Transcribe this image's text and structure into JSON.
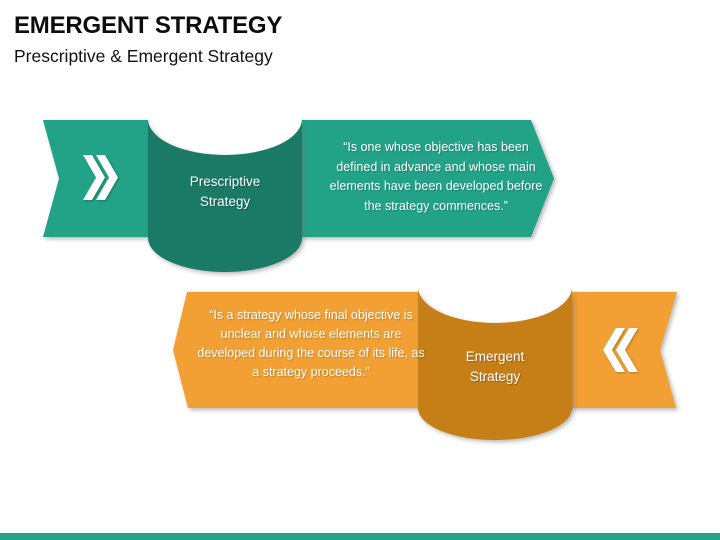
{
  "header": {
    "title": "EMERGENT STRATEGY",
    "subtitle": "Prescriptive & Emergent Strategy"
  },
  "banners": {
    "prescriptive": {
      "label_line1": "Prescriptive",
      "label_line2": "Strategy",
      "quote_lines": [
        "“Is one whose objective has been",
        "defined in advance and whose main",
        "elements have been developed before",
        "the strategy commences.”"
      ],
      "icon": "double-chevron-right",
      "direction": "right",
      "band_color": "#22A287",
      "badge_color": "#1A7A66"
    },
    "emergent": {
      "label_line1": "Emergent",
      "label_line2": "Strategy",
      "quote_lines": [
        "“Is a strategy whose final objective is",
        "unclear and whose elements are",
        "developed during the course of its life, as",
        "a strategy proceeds.”"
      ],
      "icon": "double-chevron-left",
      "direction": "left",
      "band_color": "#F2A033",
      "badge_color": "#C67E17"
    }
  },
  "footer": {
    "bar_color": "#27A38C"
  },
  "text_color_on_banner": "#FFFFFF"
}
